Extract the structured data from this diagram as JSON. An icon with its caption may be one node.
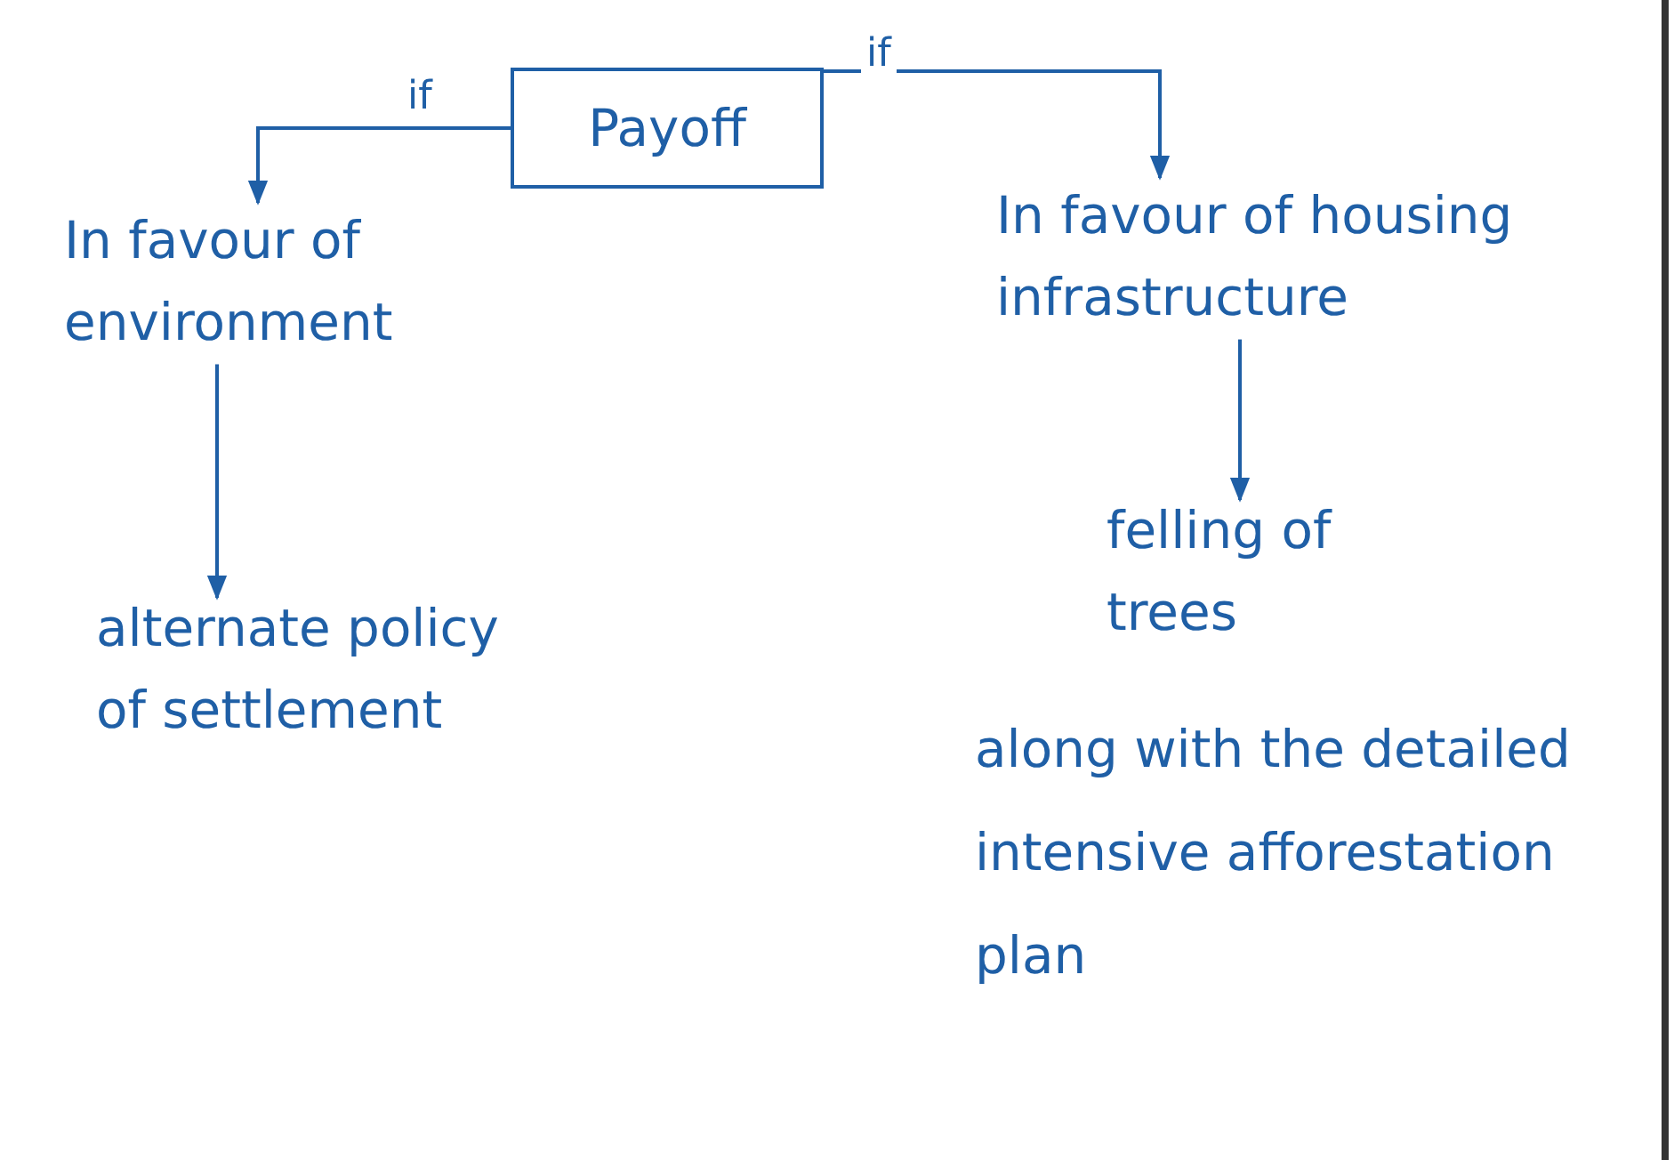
{
  "diagram": {
    "nodes": [
      {
        "text": [
          "Payoff"
        ]
      },
      {
        "text": [
          "In favour of environment"
        ]
      },
      {
        "text": [
          "alternate policy of settlement"
        ]
      },
      {
        "text": [
          "In favour of housing infrastructure"
        ]
      },
      {
        "text": [
          "felling of trees"
        ]
      }
    ],
    "edges": [
      {
        "from": 0,
        "to": 1,
        "arrow": "to",
        "label": "if"
      },
      {
        "from": 0,
        "to": 3,
        "arrow": "to",
        "label": "if"
      },
      {
        "from": 1,
        "to": 2,
        "arrow": "to"
      },
      {
        "from": 3,
        "to": 4,
        "arrow": "to"
      }
    ],
    "labels": [
      "along with the detailed intensive afforestation plan"
    ]
  }
}
